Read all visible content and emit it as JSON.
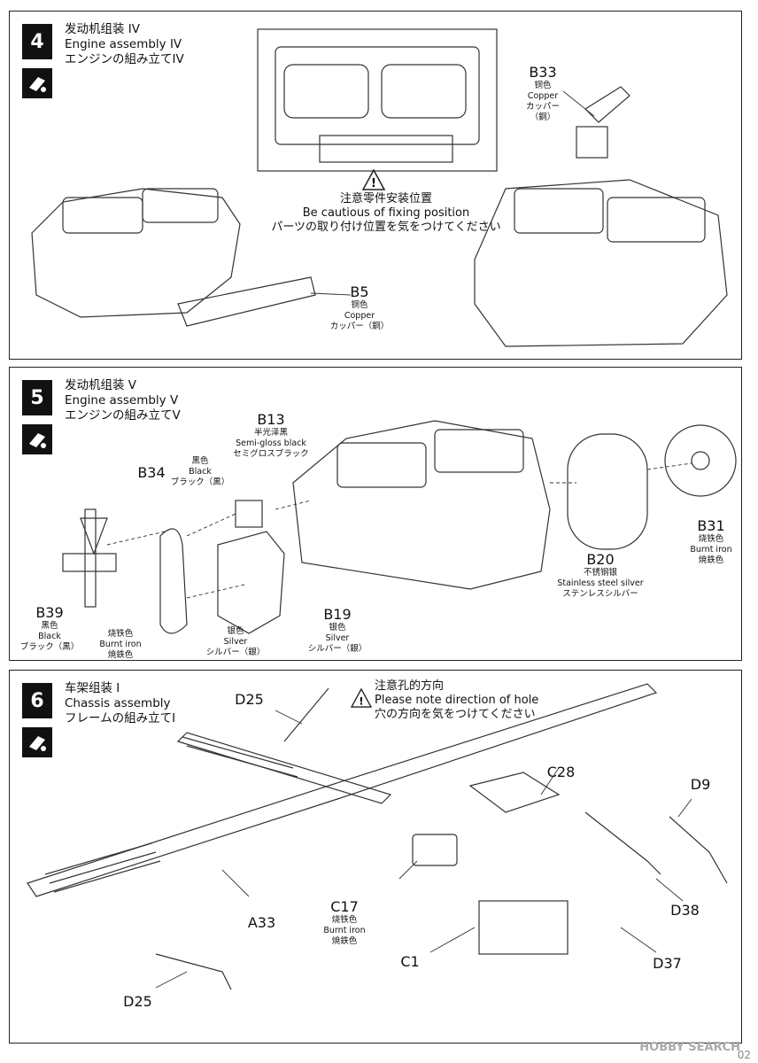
{
  "steps": [
    {
      "number": "4",
      "title_cn": "发动机组装 IV",
      "title_en": "Engine assembly IV",
      "title_jp": "エンジンの組み立てIV",
      "caution": {
        "cn": "注意零件安装位置",
        "en": "Be cautious of fixing position",
        "jp": "パーツの取り付け位置を気をつけてください"
      },
      "parts": [
        {
          "code": "B33",
          "cn": "铜色",
          "en": "Copper",
          "jp": "カッパー（銅）"
        },
        {
          "code": "B5",
          "cn": "铜色",
          "en": "Copper",
          "jp": "カッパー（銅）"
        }
      ]
    },
    {
      "number": "5",
      "title_cn": "发动机组装 V",
      "title_en": "Engine assembly V",
      "title_jp": "エンジンの組み立てV",
      "parts": [
        {
          "code": "B13",
          "cn": "半光泽黑",
          "en": "Semi-gloss black",
          "jp": "セミグロスブラック"
        },
        {
          "code": "B34",
          "cn": "黑色",
          "en": "Black",
          "jp": "ブラック（黒）"
        },
        {
          "code": "B39",
          "cn": "黑色",
          "en": "Black",
          "jp": "ブラック（黒）"
        },
        {
          "code": "B19",
          "cn": "银色",
          "en": "Silver",
          "jp": "シルバー（銀）"
        },
        {
          "code": "B20",
          "cn": "不锈钢银",
          "en": "Stainless steel silver",
          "jp": "ステンレスシルバー"
        },
        {
          "code": "B31",
          "cn": "烧铁色",
          "en": "Burnt iron",
          "jp": "焼鉄色"
        }
      ],
      "extra_labels": [
        {
          "cn": "烧铁色",
          "en": "Burnt iron",
          "jp": "焼鉄色"
        },
        {
          "cn": "银色",
          "en": "Silver",
          "jp": "シルバー（銀）"
        }
      ]
    },
    {
      "number": "6",
      "title_cn": "车架组装 I",
      "title_en": "Chassis assembly",
      "title_jp": "フレームの組み立てI",
      "caution": {
        "cn": "注意孔的方向",
        "en": "Please note direction of hole",
        "jp": "穴の方向を気をつけてください"
      },
      "parts": [
        {
          "code": "D25"
        },
        {
          "code": "C28"
        },
        {
          "code": "D9"
        },
        {
          "code": "C17",
          "cn": "烧铁色",
          "en": "Burnt iron",
          "jp": "焼鉄色"
        },
        {
          "code": "A33"
        },
        {
          "code": "D38"
        },
        {
          "code": "C1"
        },
        {
          "code": "D37"
        },
        {
          "code": "D25"
        }
      ]
    }
  ],
  "footer": {
    "watermark": "HOBBY SEARCH",
    "page": "02"
  }
}
